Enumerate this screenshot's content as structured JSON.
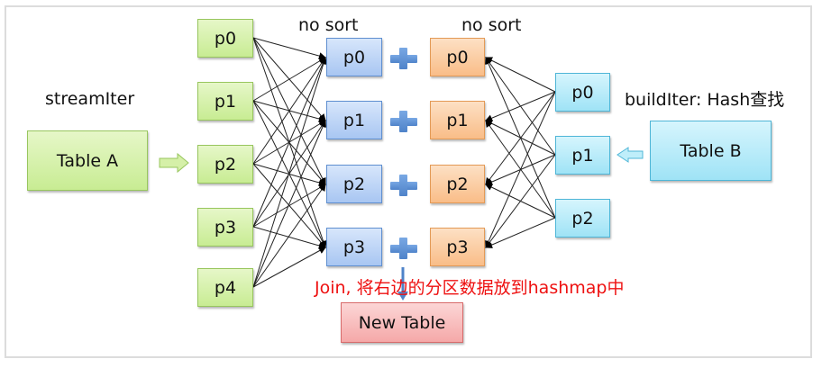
{
  "labels": {
    "stream_iter": "streamIter",
    "build_iter": "buildIter: Hash查找",
    "no_sort_left": "no sort",
    "no_sort_right": "no sort",
    "join_note": "Join, 将右边的分区数据放到hashmap中"
  },
  "tables": {
    "table_a": "Table A",
    "table_b": "Table B",
    "new_table": "New Table"
  },
  "stream_partitions": [
    "p0",
    "p1",
    "p2",
    "p3",
    "p4"
  ],
  "shuffled_stream_partitions": [
    "p0",
    "p1",
    "p2",
    "p3"
  ],
  "shuffled_build_partitions": [
    "p0",
    "p1",
    "p2",
    "p3"
  ],
  "build_partitions": [
    "p0",
    "p1",
    "p2"
  ],
  "colors": {
    "stream": "#c8ec93",
    "shuffled_stream": "#a8c6f2",
    "shuffled_build": "#f9bd88",
    "build": "#9fe3f6",
    "result": "#f5a8a8",
    "note": "#ee1111",
    "plus": "#4f83c9"
  }
}
